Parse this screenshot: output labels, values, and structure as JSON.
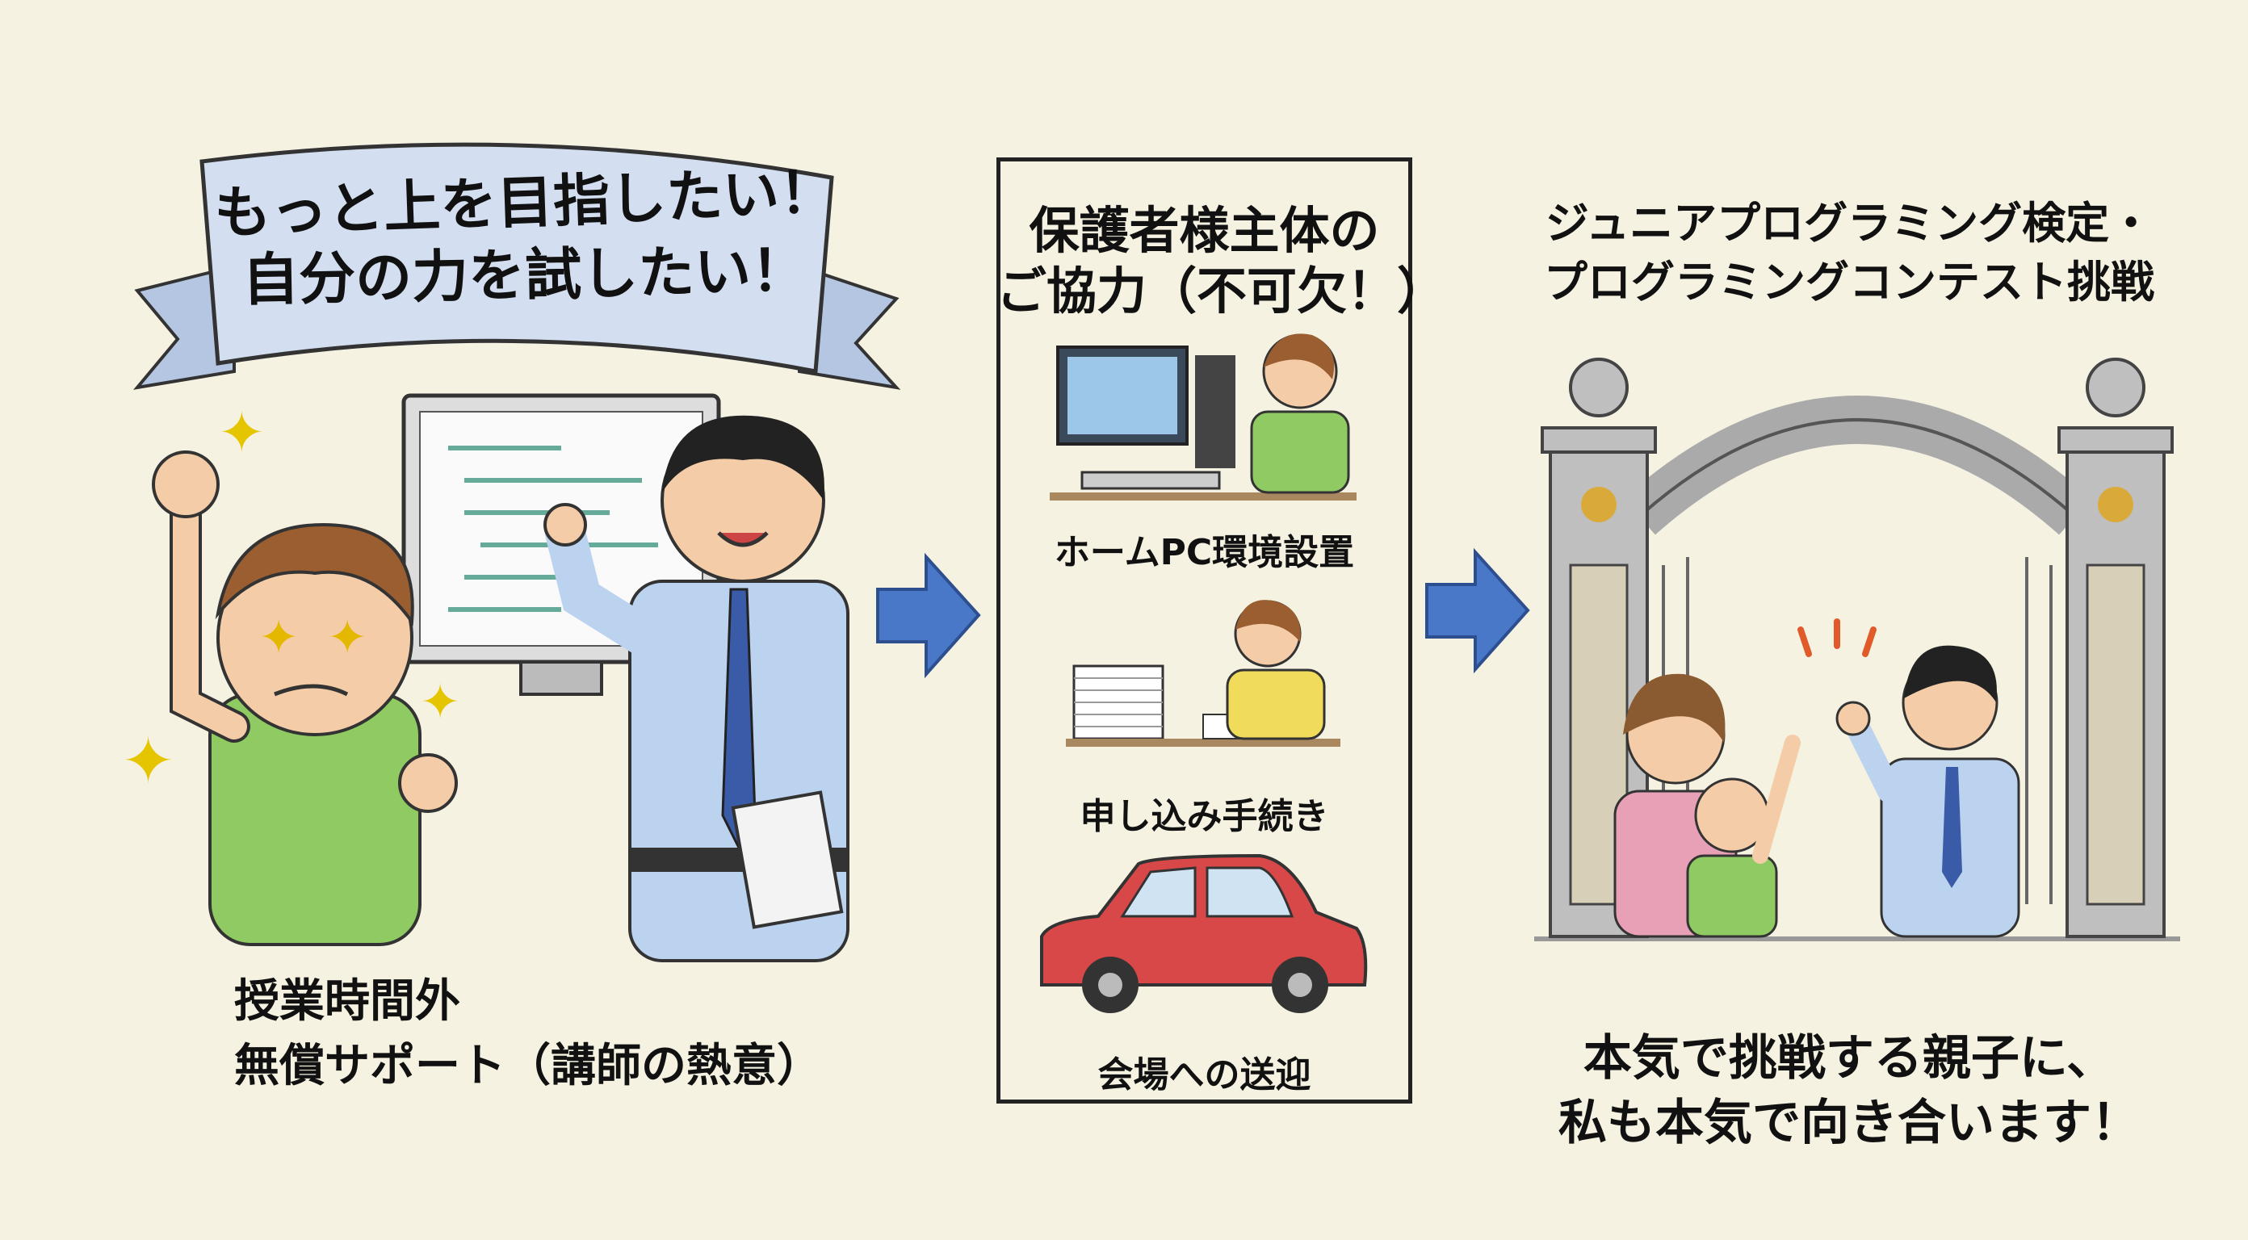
{
  "banner": {
    "line1": "もっと上を目指したい！",
    "line2": "自分の力を試したい！"
  },
  "left": {
    "caption_line1": "授業時間外",
    "caption_line2": "無償サポート（講師の熱意）"
  },
  "middle": {
    "title_line1": "保護者様主体の",
    "title_line2": "ご協力（不可欠！）",
    "items": [
      {
        "label": "ホームPC環境設置",
        "icon": "home-pc-icon"
      },
      {
        "label": "申し込み手続き",
        "icon": "paperwork-icon"
      },
      {
        "label": "会場への送迎",
        "icon": "car-icon"
      }
    ]
  },
  "right": {
    "title_line1": "ジュニアプログラミング検定・",
    "title_line2": "プログラミングコンテスト挑戦",
    "caption_line1": "本気で挑戦する親子に、",
    "caption_line2": "私も本気で向き合います！"
  },
  "colors": {
    "background": "#f5f2e2",
    "arrow": "#4a78c8",
    "banner": "#c9d6ea",
    "shirt_green": "#8fcb62",
    "shirt_blue": "#bcd3ef",
    "car": "#d94848"
  }
}
